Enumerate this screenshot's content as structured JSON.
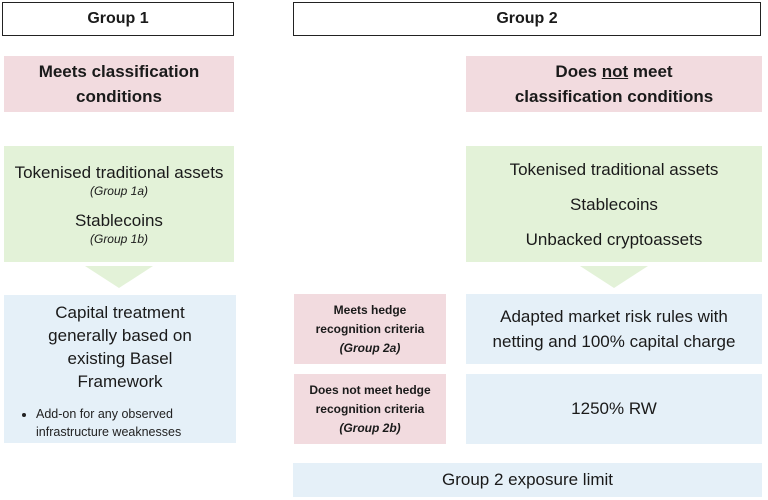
{
  "group1": {
    "header": "Group 1",
    "classification": "Meets classification conditions",
    "assets": [
      {
        "name": "Tokenised traditional assets",
        "sub": "(Group 1a)"
      },
      {
        "name": "Stablecoins",
        "sub": "(Group 1b)"
      }
    ],
    "treatment": "Capital treatment generally based on existing Basel Framework",
    "bullet": "Add-on for any observed infrastructure weaknesses"
  },
  "group2": {
    "header": "Group 2",
    "classification_pre": "Does ",
    "classification_not": "not",
    "classification_post": " meet classification conditions",
    "assets": [
      "Tokenised traditional assets",
      "Stablecoins",
      "Unbacked cryptoassets"
    ],
    "hedge_meets": {
      "text": "Meets hedge recognition criteria",
      "sub": "(Group 2a)"
    },
    "hedge_not": {
      "text": "Does not meet hedge recognition criteria",
      "sub": "(Group 2b)"
    },
    "treatment_2a": "Adapted market risk rules with netting and 100% capital charge",
    "treatment_2b": "1250% RW",
    "exposure_limit": "Group 2 exposure limit"
  }
}
